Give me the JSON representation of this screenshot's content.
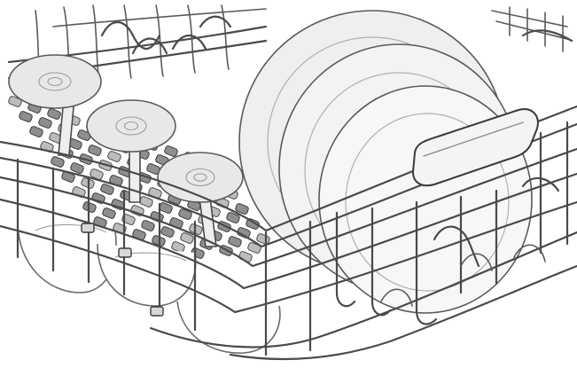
{
  "scene": {
    "subject": "",
    "background_color": "#ffffff",
    "line_color": "#4a4a4a"
  },
  "components": {
    "wine_glasses": [
      {
        "id": "glass-1"
      },
      {
        "id": "glass-2"
      },
      {
        "id": "glass-3"
      }
    ],
    "plates": [
      {
        "id": "plate-1"
      },
      {
        "id": "plate-2"
      },
      {
        "id": "plate-3"
      }
    ],
    "rack_handle": {
      "id": "rack-handle"
    }
  }
}
